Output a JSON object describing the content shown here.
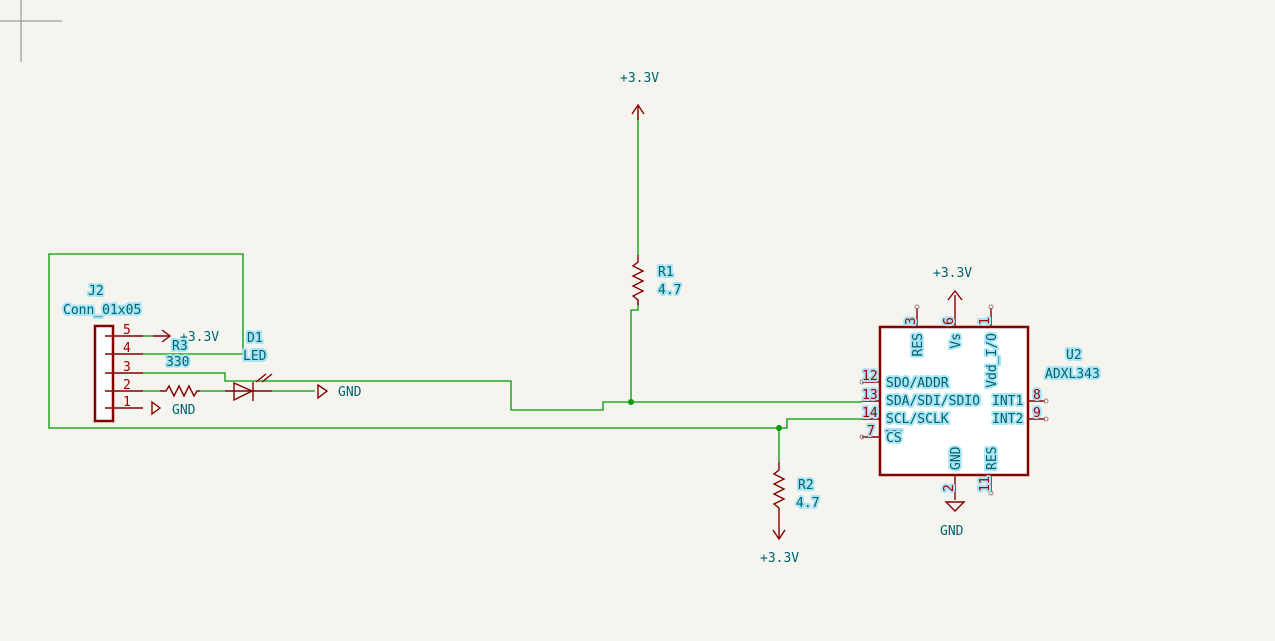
{
  "power": {
    "p33": "+3.3V",
    "gnd": "GND"
  },
  "J2": {
    "ref": "J2",
    "value": "Conn_01x05",
    "pins": [
      "5",
      "4",
      "3",
      "2",
      "1"
    ]
  },
  "R3": {
    "ref": "R3",
    "value": "330"
  },
  "D1": {
    "ref": "D1",
    "value": "LED"
  },
  "R1": {
    "ref": "R1",
    "value": "4.7"
  },
  "R2": {
    "ref": "R2",
    "value": "4.7"
  },
  "U2": {
    "ref": "U2",
    "value": "ADXL343",
    "top_pins": [
      {
        "num": "3",
        "name": "RES"
      },
      {
        "num": "6",
        "name": "Vs"
      },
      {
        "num": "1",
        "name": "Vdd_I/O"
      }
    ],
    "left_pins": [
      {
        "num": "12",
        "name": "SDO/ADDR"
      },
      {
        "num": "13",
        "name": "SDA/SDI/SDIO"
      },
      {
        "num": "14",
        "name": "SCL/SCLK"
      },
      {
        "num": "7",
        "name": "CS"
      }
    ],
    "right_pins": [
      {
        "num": "8",
        "name": "INT1"
      },
      {
        "num": "9",
        "name": "INT2"
      }
    ],
    "bottom_pins": [
      {
        "num": "2",
        "name": "GND"
      },
      {
        "num": "11",
        "name": "RES"
      }
    ]
  }
}
